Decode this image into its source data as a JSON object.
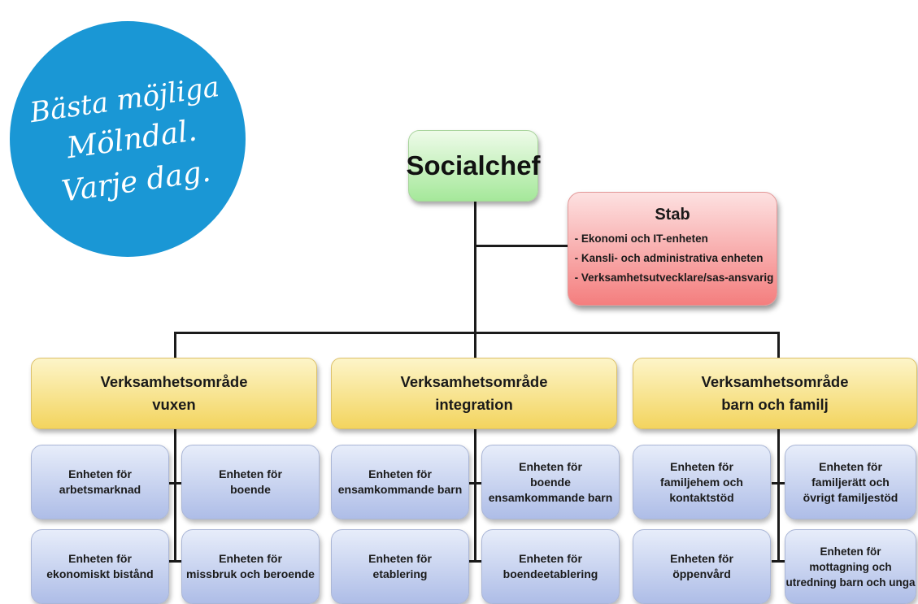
{
  "logo": {
    "color": "#1a97d5",
    "lines": [
      "Bästa möjliga",
      "Mölndal.",
      "Varje dag."
    ]
  },
  "top": {
    "title": "Socialchef"
  },
  "stab": {
    "title": "Stab",
    "items": [
      "- Ekonomi och IT-enheten",
      "- Kansli- och administrativa enheten",
      "- Verksamhetsutvecklare/sas-ansvarig"
    ]
  },
  "areas": [
    {
      "title_line1": "Verksamhetsområde",
      "title_line2": "vuxen",
      "units": [
        {
          "lines": [
            "Enheten för",
            "arbetsmarknad"
          ]
        },
        {
          "lines": [
            "Enheten för",
            "boende"
          ]
        },
        {
          "lines": [
            "Enheten för",
            "ekonomiskt bistånd"
          ]
        },
        {
          "lines": [
            "Enheten för",
            "missbruk och beroende"
          ]
        }
      ]
    },
    {
      "title_line1": "Verksamhetsområde",
      "title_line2": "integration",
      "units": [
        {
          "lines": [
            "Enheten för",
            "ensamkommande barn"
          ]
        },
        {
          "lines": [
            "Enheten för",
            "boende",
            "ensamkommande barn"
          ]
        },
        {
          "lines": [
            "Enheten för",
            "etablering"
          ]
        },
        {
          "lines": [
            "Enheten för",
            "boendeetablering"
          ]
        }
      ]
    },
    {
      "title_line1": "Verksamhetsområde",
      "title_line2": "barn och familj",
      "units": [
        {
          "lines": [
            "Enheten för",
            "familjehem och",
            "kontaktstöd"
          ]
        },
        {
          "lines": [
            "Enheten för",
            "familjerätt och",
            "övrigt familjestöd"
          ]
        },
        {
          "lines": [
            "Enheten för",
            "öppenvård"
          ]
        },
        {
          "lines": [
            "Enheten för",
            "mottagning och",
            "utredning barn och unga"
          ]
        }
      ]
    }
  ]
}
